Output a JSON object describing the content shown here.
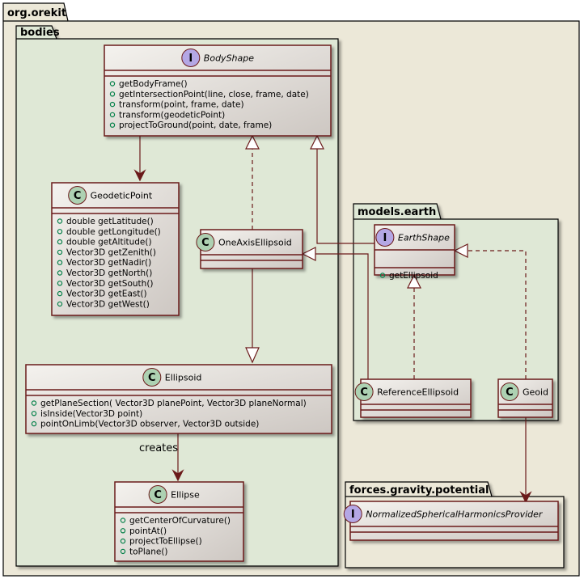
{
  "packages": {
    "root": "org.orekit",
    "bodies": "bodies",
    "models_earth": "models.earth",
    "forces": "forces.gravity.potential"
  },
  "classes": {
    "body_shape": {
      "kind": "I",
      "name": "BodyShape",
      "methods": [
        "getBodyFrame()",
        "getIntersectionPoint(line, close, frame, date)",
        "transform(point, frame, date)",
        "transform(geodeticPoint)",
        "projectToGround(point, date, frame)"
      ]
    },
    "geodetic_point": {
      "kind": "C",
      "name": "GeodeticPoint",
      "methods": [
        "double getLatitude()",
        "double getLongitude()",
        "double getAltitude()",
        "Vector3D getZenith()",
        "Vector3D getNadir()",
        "Vector3D getNorth()",
        "Vector3D getSouth()",
        "Vector3D getEast()",
        "Vector3D getWest()"
      ]
    },
    "one_axis_ellipsoid": {
      "kind": "C",
      "name": "OneAxisEllipsoid",
      "methods": []
    },
    "ellipsoid": {
      "kind": "C",
      "name": "Ellipsoid",
      "methods": [
        "getPlaneSection( Vector3D planePoint, Vector3D planeNormal)",
        "isInside(Vector3D point)",
        "pointOnLimb(Vector3D observer, Vector3D outside)"
      ]
    },
    "ellipse": {
      "kind": "C",
      "name": "Ellipse",
      "methods": [
        "getCenterOfCurvature()",
        "pointAt()",
        "projectToEllipse()",
        "toPlane()"
      ]
    },
    "earth_shape": {
      "kind": "I",
      "name": "EarthShape",
      "methods": [
        "getEllipsoid"
      ]
    },
    "reference_ellipsoid": {
      "kind": "C",
      "name": "ReferenceEllipsoid",
      "methods": []
    },
    "geoid": {
      "kind": "C",
      "name": "Geoid",
      "methods": []
    },
    "normalized_provider": {
      "kind": "I",
      "name": "NormalizedSphericalHarmonicsProvider",
      "methods": []
    }
  },
  "relations": {
    "creates_label": "creates"
  },
  "colors": {
    "package_outer": "#ece8d8",
    "package_inner": "#dfe8d6",
    "border": "#6b1a1a",
    "class_badge": "#add1b2",
    "interface_badge": "#b4a7e5"
  }
}
